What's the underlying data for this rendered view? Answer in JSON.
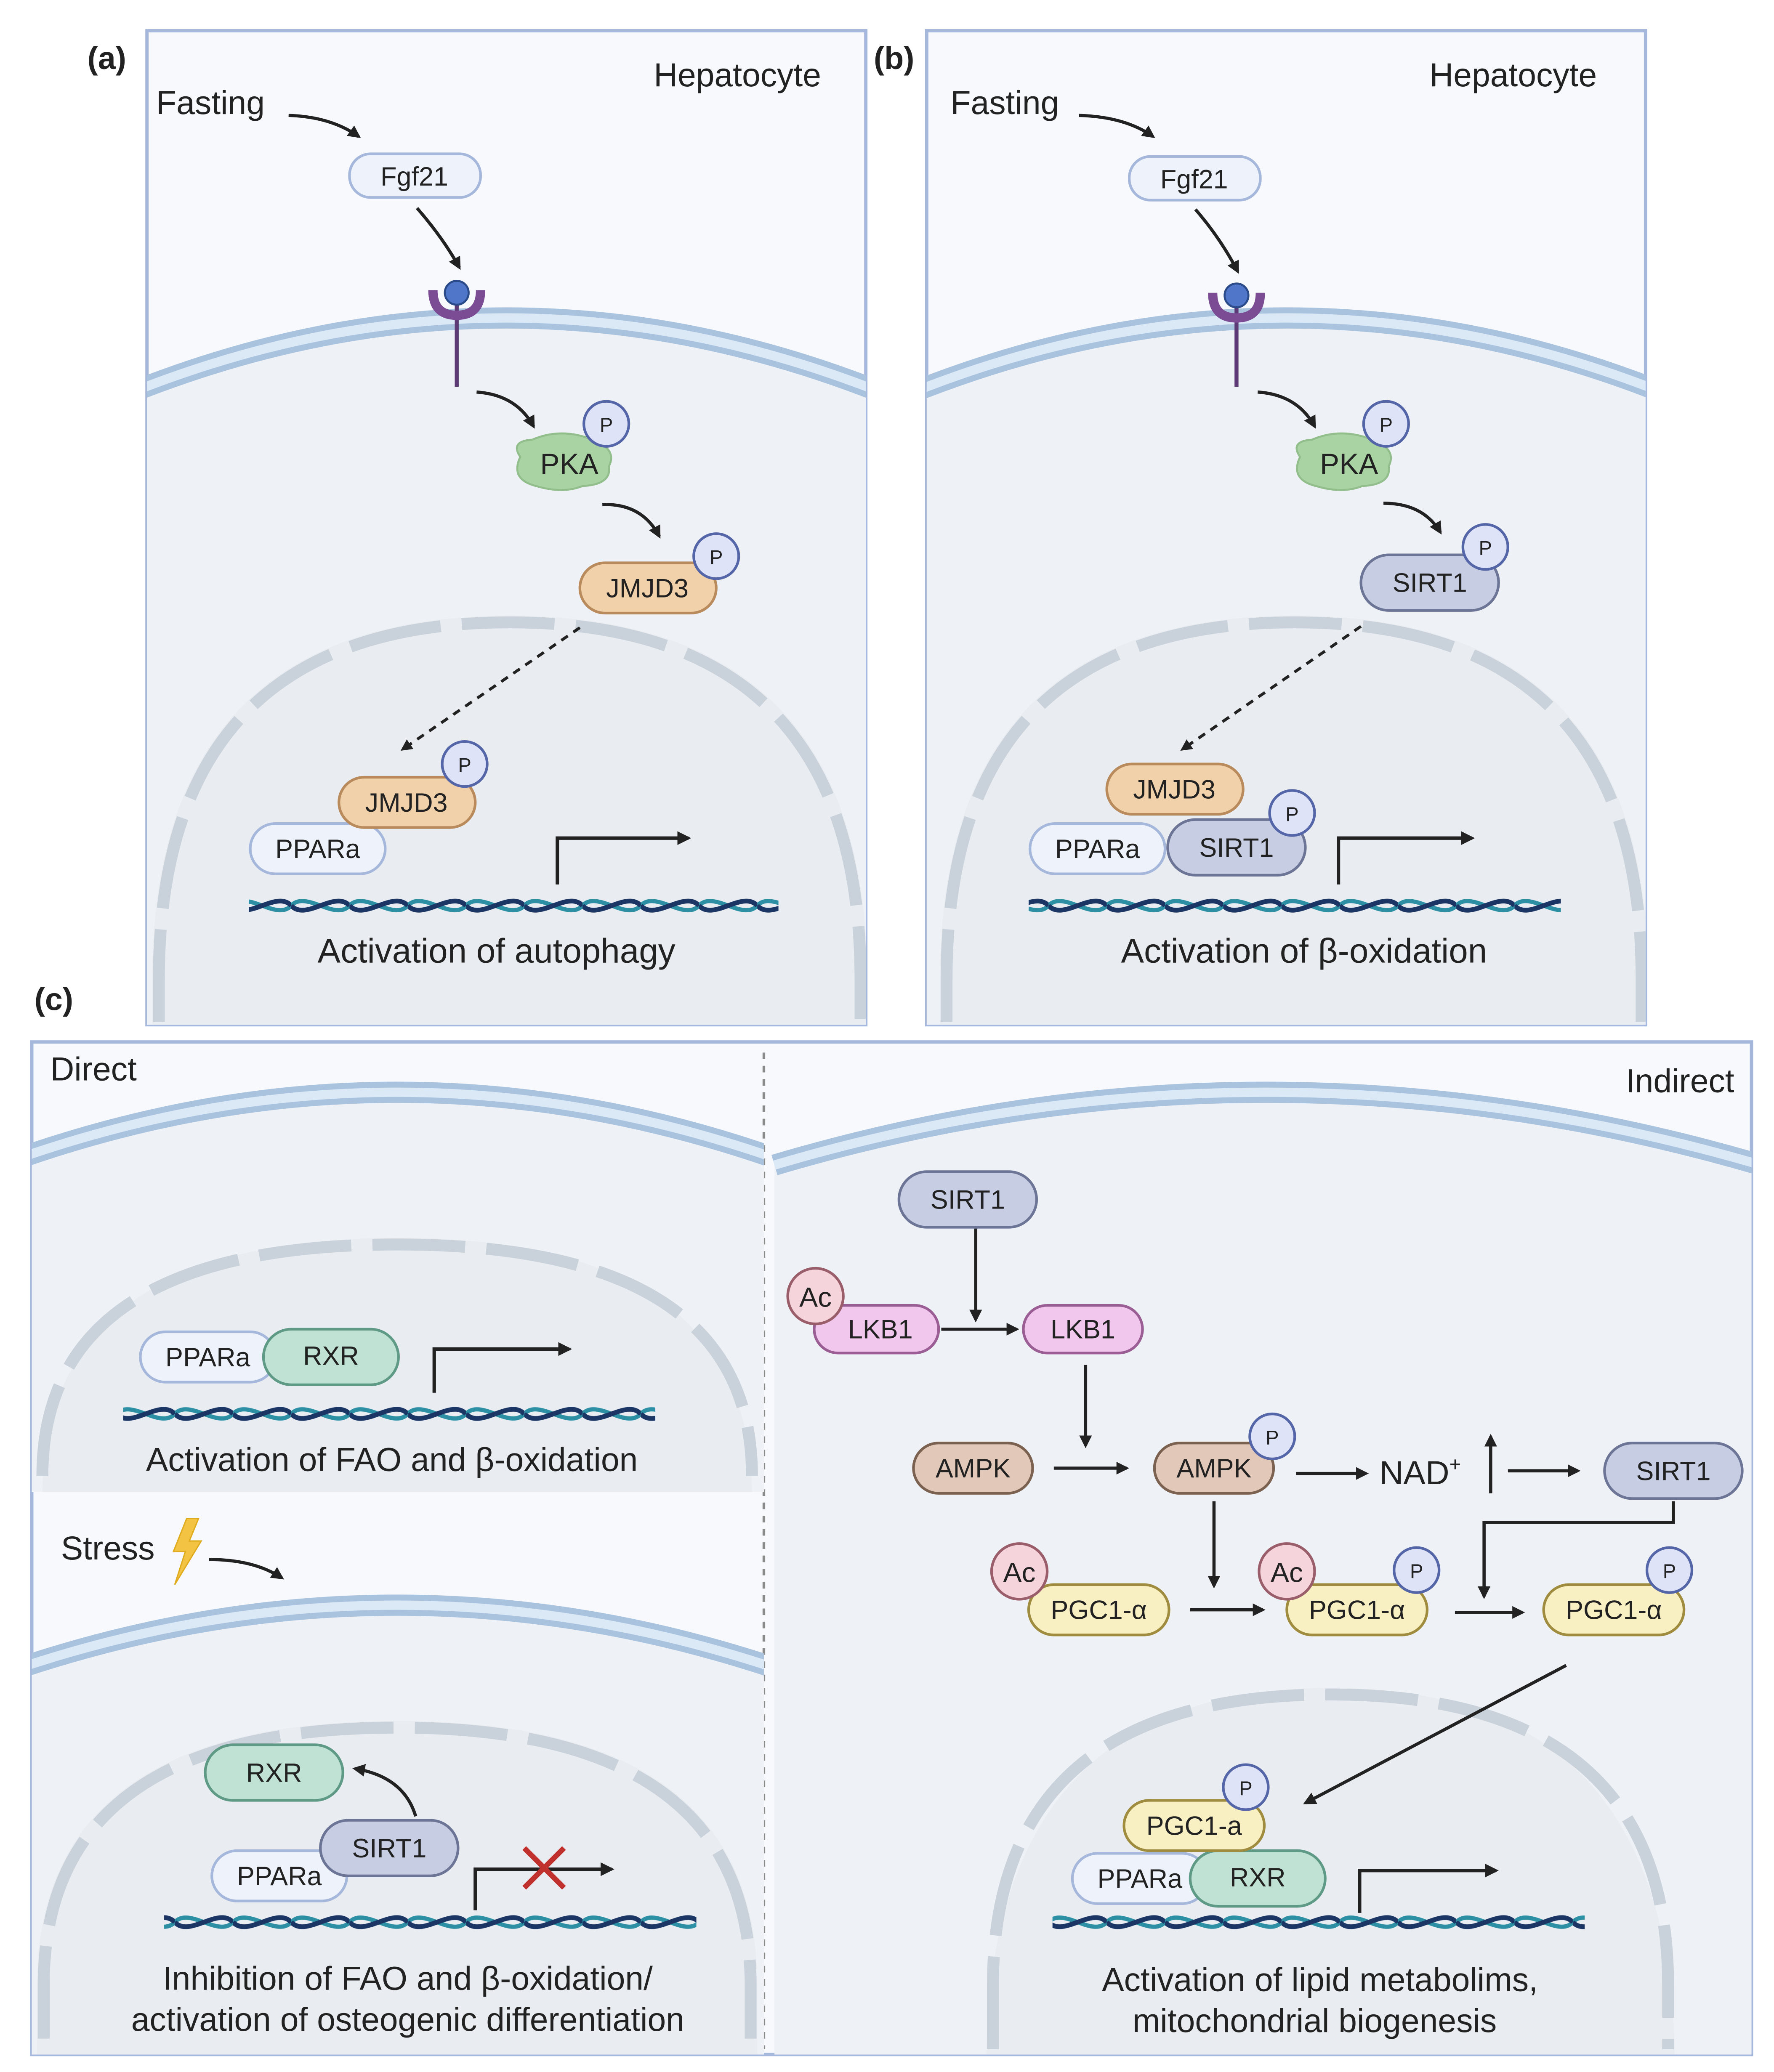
{
  "panel_a": {
    "label": "(a)",
    "cell": "Hepatocyte",
    "stimulus": "Fasting",
    "ligand": "Fgf21",
    "kinase": "PKA",
    "cyto_protein": "JMJD3",
    "nuc_protein": "JMJD3",
    "receptor_partner": "PPARa",
    "phospho": "P",
    "outcome": "Activation of autophagy"
  },
  "panel_b": {
    "label": "(b)",
    "cell": "Hepatocyte",
    "stimulus": "Fasting",
    "ligand": "Fgf21",
    "kinase": "PKA",
    "cyto_protein": "SIRT1",
    "nuc_top": "JMJD3",
    "receptor_partner": "PPARa",
    "nuc_sirt": "SIRT1",
    "phospho": "P",
    "outcome": "Activation of β-oxidation"
  },
  "panel_c": {
    "label": "(c)",
    "direct": {
      "title": "Direct",
      "upper": {
        "ppar": "PPARa",
        "rxr": "RXR",
        "outcome": "Activation of FAO and β-oxidation"
      },
      "stress": "Stress",
      "lower": {
        "rxr": "RXR",
        "sirt": "SIRT1",
        "ppar": "PPARa",
        "outcome_line1": "Inhibition of FAO and β-oxidation/",
        "outcome_line2": "activation of osteogenic differentiation"
      }
    },
    "indirect": {
      "title": "Indirect",
      "sirt1_top": "SIRT1",
      "ac": "Ac",
      "lkb1_acetylated": "LKB1",
      "lkb1": "LKB1",
      "ampk": "AMPK",
      "ampk_p": "AMPK",
      "nad": "NAD",
      "nad_sup": "+",
      "sirt1_right": "SIRT1",
      "pgc_ac": "PGC1-α",
      "pgc_ac_p": "PGC1-α",
      "pgc_p": "PGC1-α",
      "nuc_pgc": "PGC1-a",
      "nuc_ppar": "PPARa",
      "nuc_rxr": "RXR",
      "phospho": "P",
      "outcome_line1": "Activation of lipid metabolims,",
      "outcome_line2": "mitochondrial biogenesis"
    }
  },
  "colors": {
    "frame": "#a6b7dc",
    "panel_bg": "#f7f9fc",
    "membrane": "#a9c3df",
    "membrane_light": "#dbe9f7",
    "nucleus_fill": "#eef1f4",
    "nucleus_dash": "#c9d2da",
    "pka": "#a9d3a3",
    "jmjd3": "#f1d1aa",
    "sirt1": "#c7cde3",
    "ppar": "#eef3fb",
    "rxr": "#bfe2d5",
    "lkb1": "#f1c7ee",
    "ampk": "#e2c8b8",
    "pgc": "#f8efc2",
    "ac": "#f6d4dc",
    "phospho": "#dfe3f7",
    "receptor": "#7b4c94",
    "dna_dark": "#1b3565",
    "dna_teal": "#2c8fa3",
    "inhibit": "#c0312e",
    "bolt": "#f3c443"
  }
}
